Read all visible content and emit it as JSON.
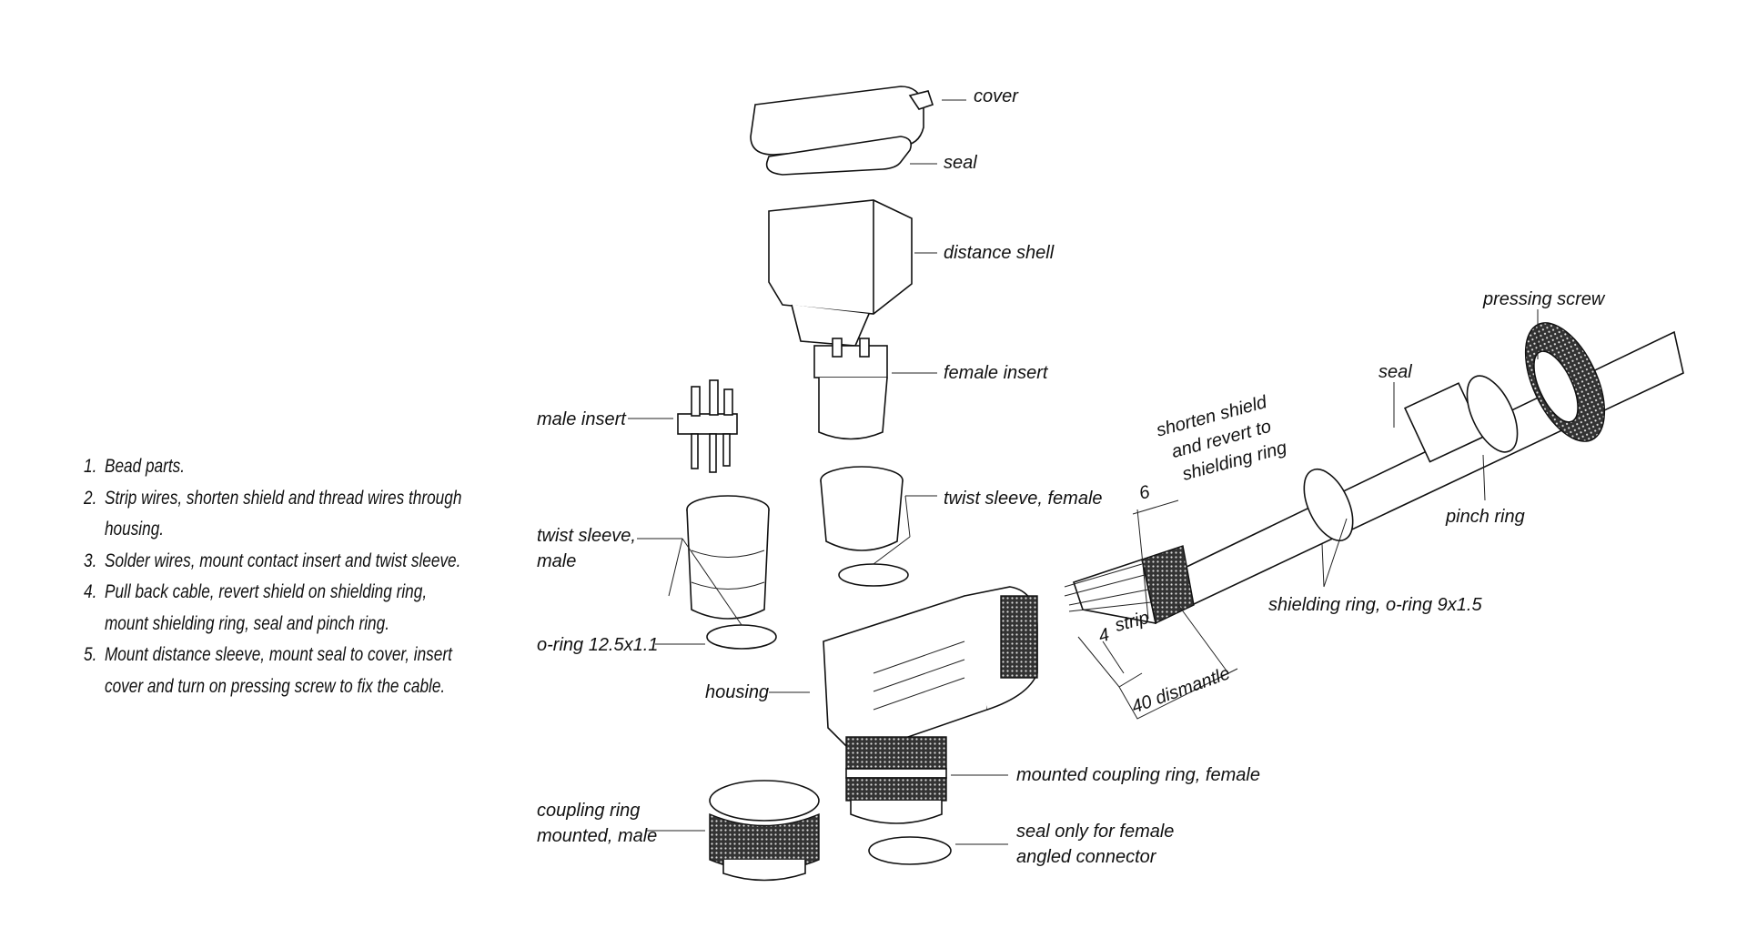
{
  "instructions": [
    {
      "num": "1.",
      "lines": [
        "Bead parts."
      ]
    },
    {
      "num": "2.",
      "lines": [
        "Strip wires, shorten shield and thread wires through",
        "housing."
      ]
    },
    {
      "num": "3.",
      "lines": [
        "Solder wires, mount contact insert and twist sleeve."
      ]
    },
    {
      "num": "4.",
      "lines": [
        "Pull back cable, revert shield on shielding ring,",
        "mount shielding ring, seal and pinch ring."
      ]
    },
    {
      "num": "5.",
      "lines": [
        "Mount distance sleeve, mount seal to cover, insert",
        "cover and turn on pressing screw to fix the cable."
      ]
    }
  ],
  "labels": {
    "cover": "cover",
    "seal_top": "seal",
    "distance_shell": "distance shell",
    "female_insert": "female insert",
    "male_insert": "male insert",
    "twist_sleeve_female": "twist sleeve, female",
    "twist_sleeve_male_1": "twist sleeve,",
    "twist_sleeve_male_2": "male",
    "o_ring": "o-ring 12.5x1.1",
    "housing": "housing",
    "mounted_coupling_female": "mounted coupling ring, female",
    "coupling_male_1": "coupling ring",
    "coupling_male_2": "mounted, male",
    "seal_female_1": "seal only for female",
    "seal_female_2": "angled connector",
    "pressing_screw": "pressing screw",
    "seal_right": "seal",
    "pinch_ring": "pinch ring",
    "shielding_ring": "shielding ring, o-ring 9x1.5",
    "shorten_1": "shorten shield",
    "shorten_2": "and revert to",
    "shorten_3": "shielding ring",
    "dim_6": "6",
    "dim_4": "4",
    "strip": "strip",
    "dismantle": "40 dismantle"
  }
}
